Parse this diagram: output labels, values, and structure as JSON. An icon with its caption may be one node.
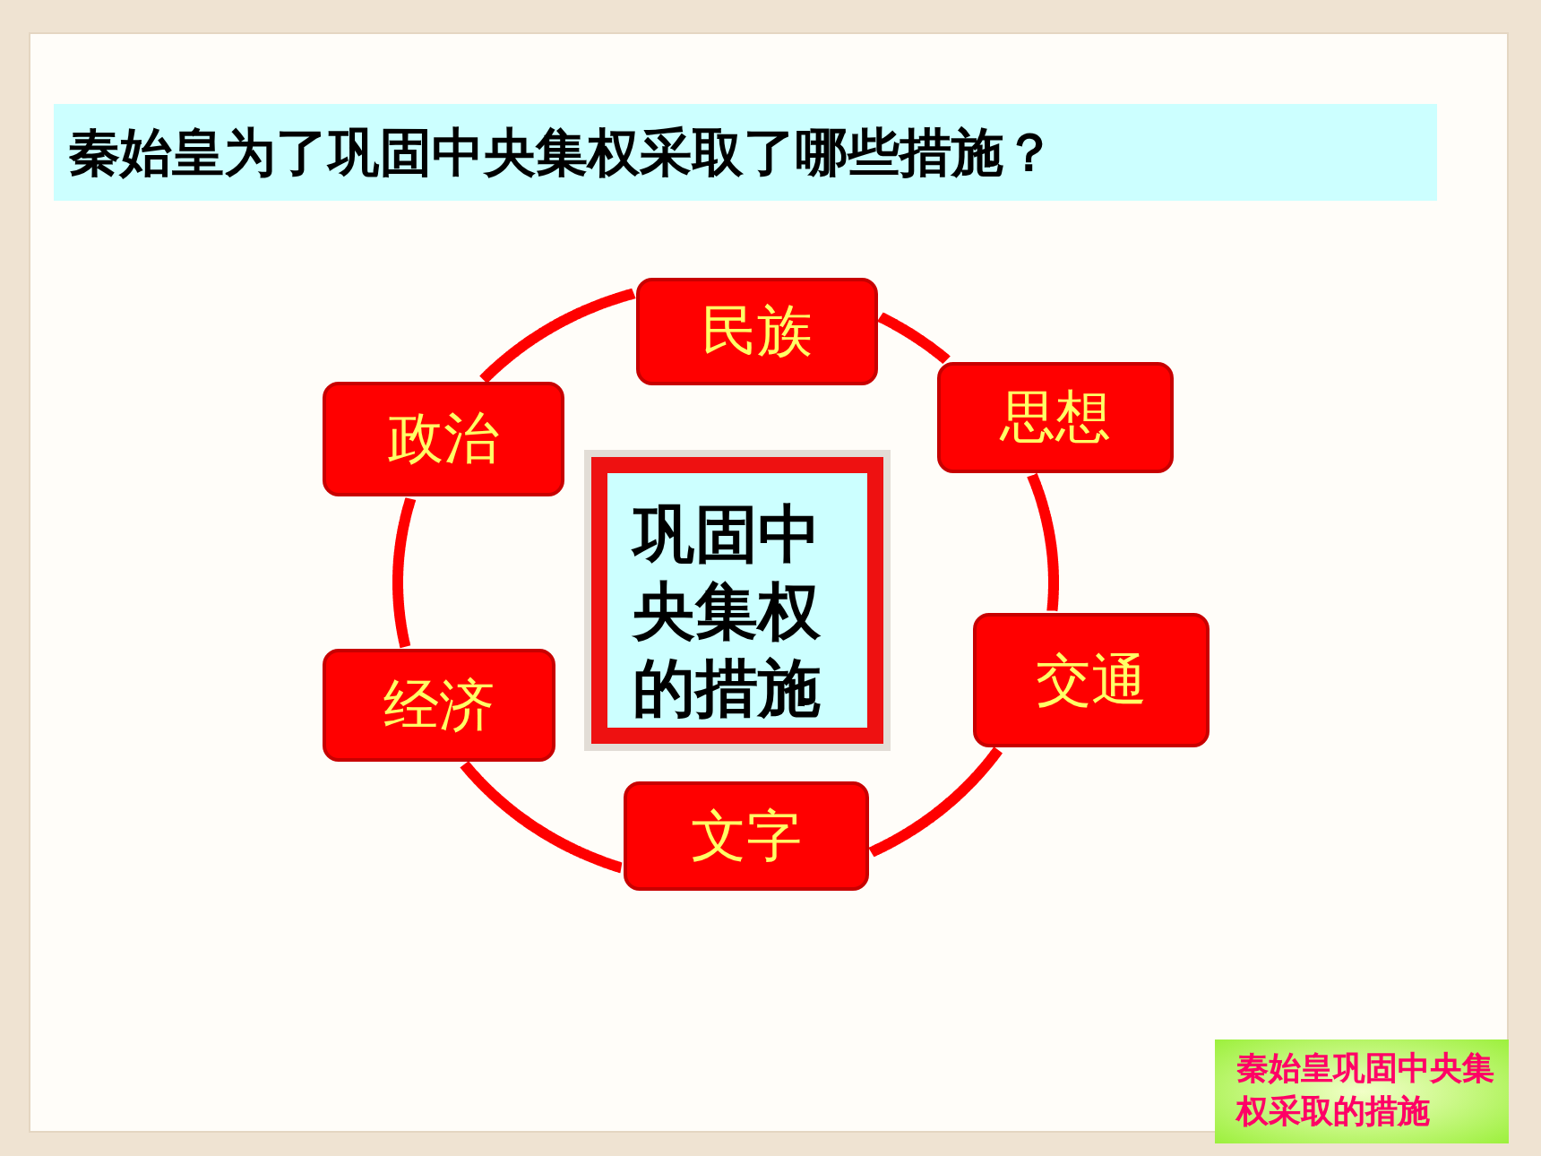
{
  "diagram": {
    "title": "秦始皇为了巩固中央集权采取了哪些措施？",
    "nodes": [
      {
        "text": [
          "民族"
        ]
      },
      {
        "text": [
          "政治"
        ]
      },
      {
        "text": [
          "思想"
        ]
      },
      {
        "text": [
          "巩固中央集权的措施"
        ]
      },
      {
        "text": [
          "交通"
        ]
      },
      {
        "text": [
          "经济"
        ]
      },
      {
        "text": [
          "文字"
        ]
      },
      {
        "text": [
          "秦始皇巩固中央集权采取的措施"
        ]
      }
    ],
    "edges": [
      {
        "from": 0,
        "to": 2,
        "arrow": "none"
      },
      {
        "from": 2,
        "to": 4,
        "arrow": "none"
      },
      {
        "from": 4,
        "to": 6,
        "arrow": "none"
      },
      {
        "from": 6,
        "to": 5,
        "arrow": "none"
      },
      {
        "from": 5,
        "to": 1,
        "arrow": "none"
      },
      {
        "from": 1,
        "to": 0,
        "arrow": "none"
      }
    ]
  }
}
